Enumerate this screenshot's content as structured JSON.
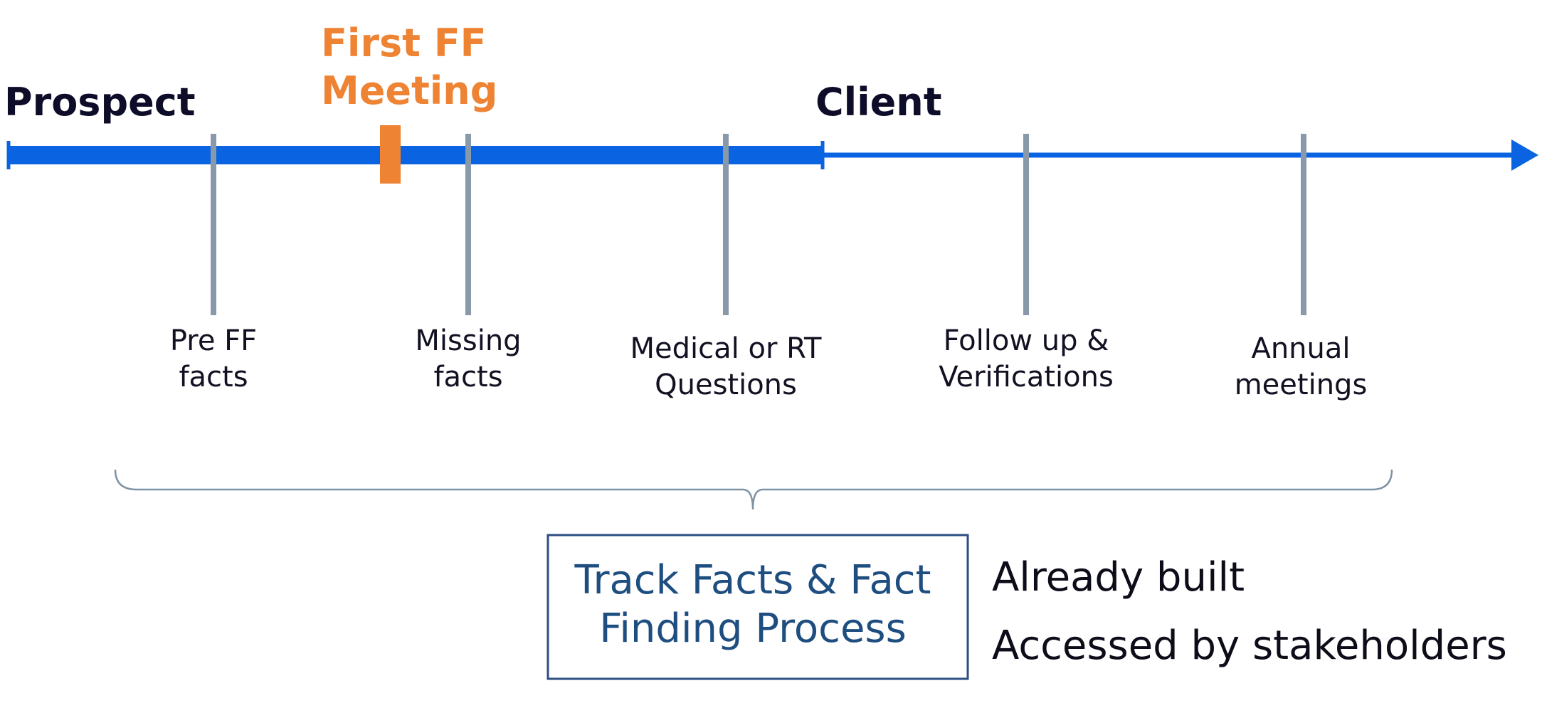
{
  "colors": {
    "timeline_blue": "#0a63e0",
    "tick_gray": "#8899aa",
    "accent_orange": "#ee8333",
    "stage_label": "#0d0d2a",
    "milestone_text": "#111122",
    "box_border": "#2d4e82",
    "box_text": "#1e4e80",
    "brace": "#7f93a6"
  },
  "stages": {
    "prospect": "Prospect",
    "client": "Client"
  },
  "first_meeting": {
    "line1": "First FF",
    "line2": "Meeting"
  },
  "milestones": [
    {
      "line1": "Pre FF",
      "line2": "facts"
    },
    {
      "line1": "Missing",
      "line2": "facts"
    },
    {
      "line1": "Medical or RT",
      "line2": "Questions"
    },
    {
      "line1": "Follow up &",
      "line2": "Verifications"
    },
    {
      "line1": "Annual",
      "line2": "meetings"
    }
  ],
  "process_box": {
    "line1": "Track Facts & Fact",
    "line2": "Finding Process"
  },
  "notes": [
    "Already built",
    "Accessed by stakeholders"
  ]
}
